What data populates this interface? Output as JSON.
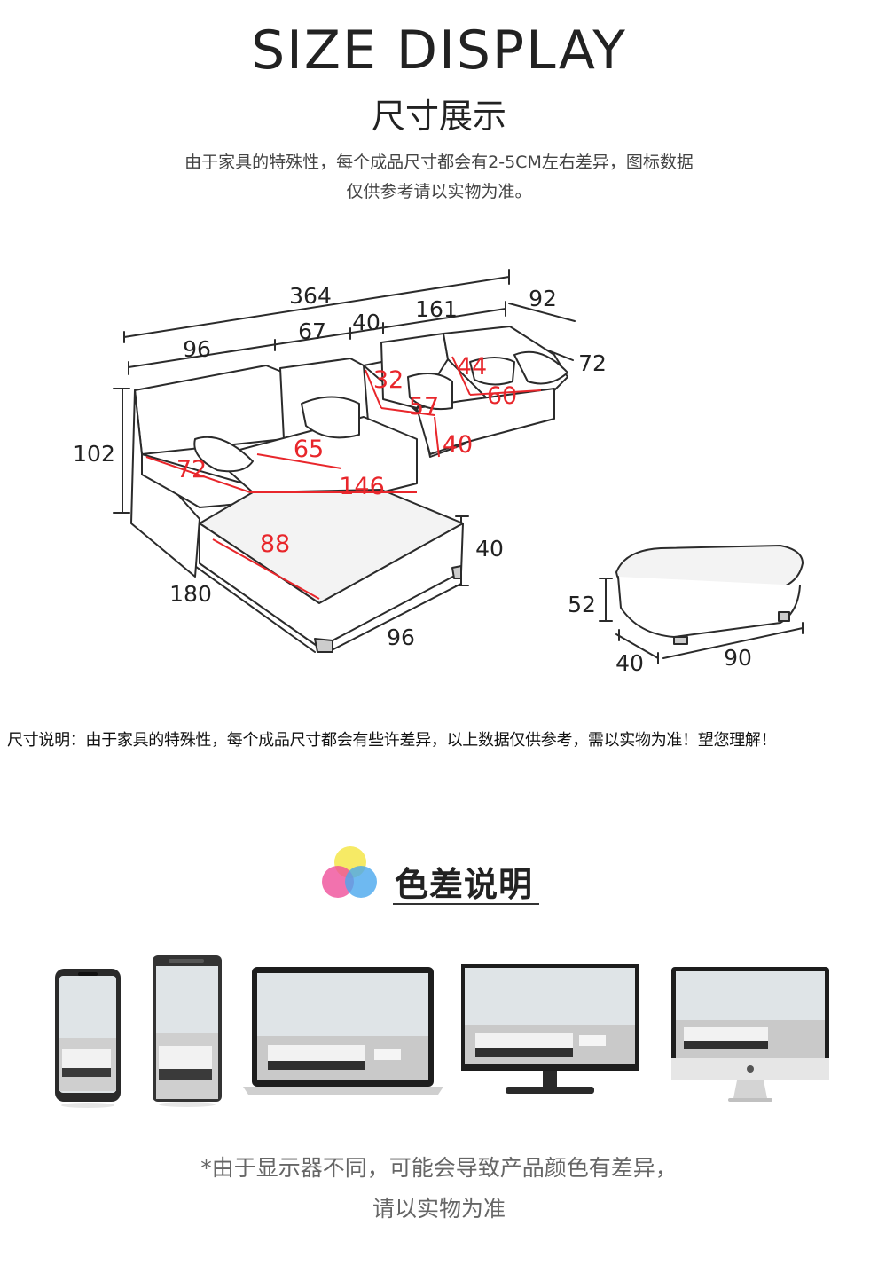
{
  "header": {
    "title_en": "SIZE DISPLAY",
    "title_zh": "尺寸展示",
    "desc_line1": "由于家具的特殊性，每个成品尺寸都会有2-5CM左右差异，图标数据",
    "desc_line2": "仅供参考请以实物为准。"
  },
  "dimensions": {
    "total_length": "364",
    "left_width": "96",
    "mid_width": "67",
    "console_width": "40",
    "right_width": "161",
    "side_depth": "92",
    "side_depth2": "72",
    "height": "102",
    "chaise_arm": "72",
    "back_depth": "65",
    "seat_length": "146",
    "chaise_seat": "88",
    "seat_height": "40",
    "chaise_length": "180",
    "chaise_width": "96",
    "back_h": "32",
    "console_depth": "57",
    "console_h": "40",
    "cushion_44": "44",
    "cushion_60": "60",
    "ottoman_h": "52",
    "ottoman_w": "40",
    "ottoman_l": "90"
  },
  "note": "尺寸说明：由于家具的特殊性，每个成品尺寸都会有些许差异，以上数据仅供参考，需以实物为准！望您理解！",
  "color_section": {
    "title": "色差说明"
  },
  "colors": {
    "measure_red": "#e8262b",
    "line_dark": "#2b2b2b",
    "seat_fill": "#f3f3f3"
  },
  "footer": {
    "line1": "*由于显示器不同，可能会导致产品颜色有差异，",
    "line2": "请以实物为准"
  }
}
